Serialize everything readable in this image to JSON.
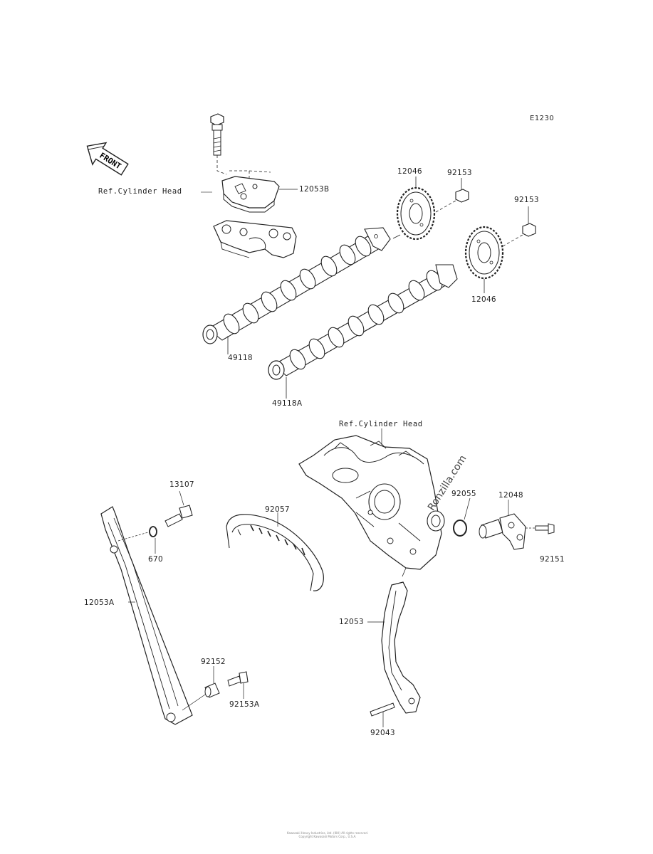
{
  "diagram_code": "E1230",
  "front_arrow_text": "FRONT",
  "ref_labels": {
    "upper": "Ref.Cylinder Head",
    "lower": "Ref.Cylinder Head"
  },
  "part_labels": [
    {
      "key": "p12053b",
      "text": "12053B"
    },
    {
      "key": "p12046_top",
      "text": "12046"
    },
    {
      "key": "p92153_a",
      "text": "92153"
    },
    {
      "key": "p92153_b",
      "text": "92153"
    },
    {
      "key": "p12046_mid",
      "text": "12046"
    },
    {
      "key": "p49118",
      "text": "49118"
    },
    {
      "key": "p49118a",
      "text": "49118A"
    },
    {
      "key": "p13107",
      "text": "13107"
    },
    {
      "key": "p92057",
      "text": "92057"
    },
    {
      "key": "p92055",
      "text": "92055"
    },
    {
      "key": "p12048",
      "text": "12048"
    },
    {
      "key": "p670",
      "text": "670"
    },
    {
      "key": "p92151",
      "text": "92151"
    },
    {
      "key": "p12053a",
      "text": "12053A"
    },
    {
      "key": "p12053",
      "text": "12053"
    },
    {
      "key": "p92152",
      "text": "92152"
    },
    {
      "key": "p92153a",
      "text": "92153A"
    },
    {
      "key": "p92043",
      "text": "92043"
    }
  ],
  "watermark": "Ronzilla.com",
  "footer_lines": [
    "Kawasaki Heavy Industries, Ltd. (KHI) All rights reserved.",
    "Copyright Kawasaki Motors Corp., U.S.A."
  ]
}
